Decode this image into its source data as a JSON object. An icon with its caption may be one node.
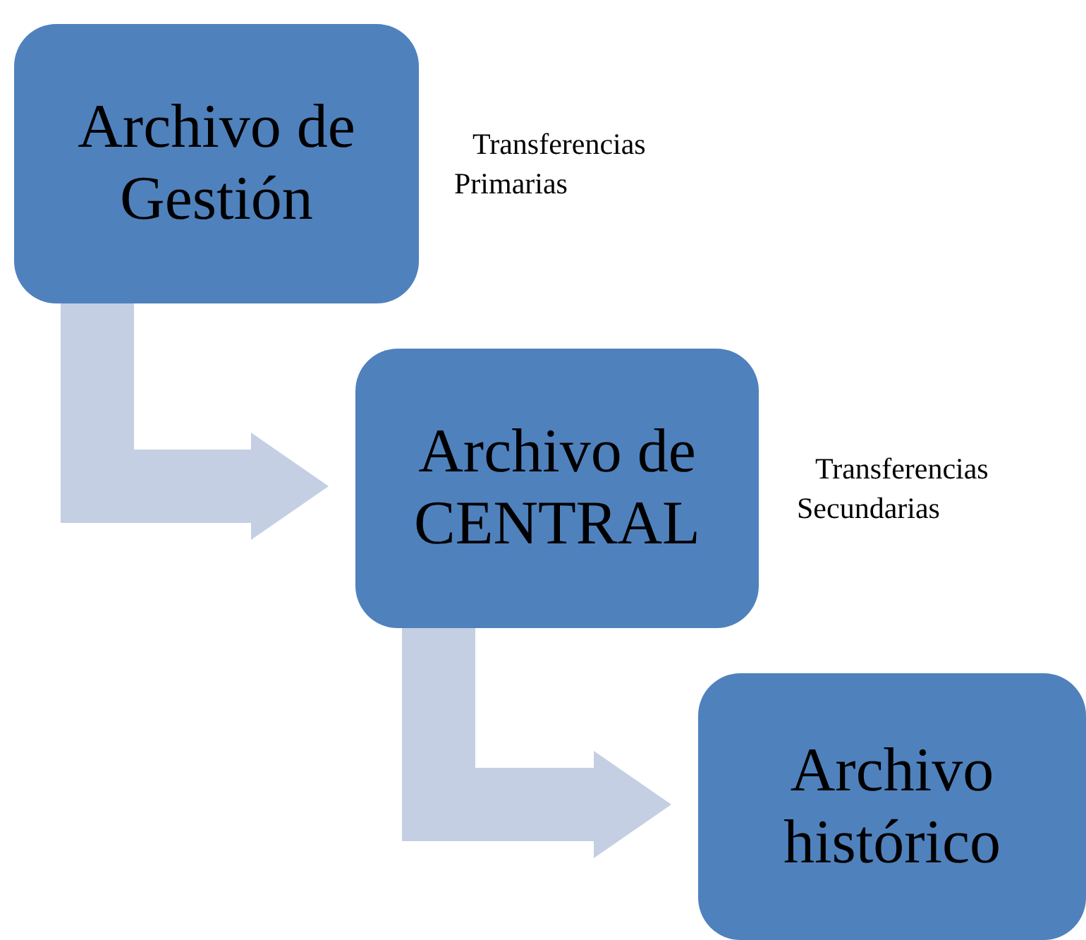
{
  "diagram": {
    "nodes": [
      {
        "text": [
          "Archivo de Gestión"
        ]
      },
      {
        "text": [
          "Archivo de CENTRAL"
        ]
      },
      {
        "text": [
          "Archivo histórico"
        ]
      }
    ],
    "edges": [
      {
        "from": 0,
        "to": 1,
        "arrow": "to"
      },
      {
        "from": 1,
        "to": 2,
        "arrow": "to"
      }
    ],
    "labels": [
      "Transferencias Primarias",
      "Transferencias Secundarias"
    ]
  }
}
